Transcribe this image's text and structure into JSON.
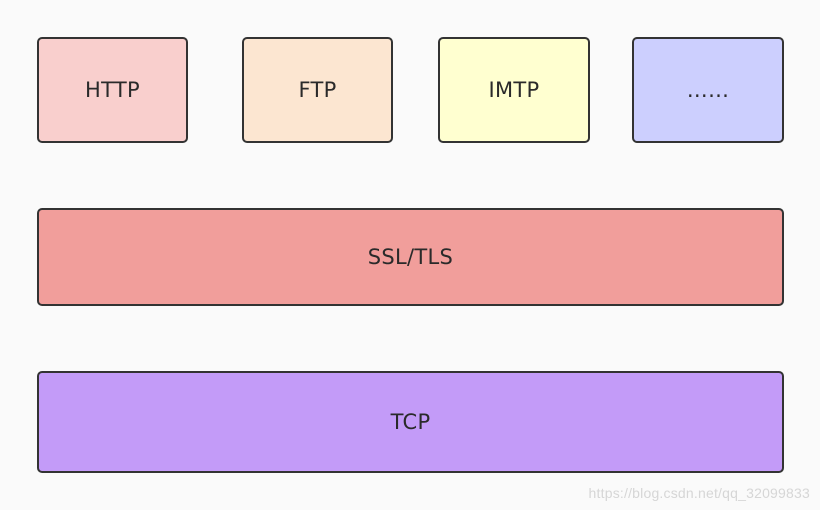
{
  "diagram": {
    "application_layer": [
      {
        "label": "HTTP",
        "fill": "#f9cfcd"
      },
      {
        "label": "FTP",
        "fill": "#fce6d1"
      },
      {
        "label": "IMTP",
        "fill": "#ffffd0"
      },
      {
        "label": "……",
        "fill": "#cccffe"
      }
    ],
    "security_layer": {
      "label": "SSL/TLS",
      "fill": "#f19e9b"
    },
    "transport_layer": {
      "label": "TCP",
      "fill": "#c39bf8"
    },
    "border_color": "#333333"
  },
  "watermark": {
    "text": "https://blog.csdn.net/qq_32099833"
  }
}
